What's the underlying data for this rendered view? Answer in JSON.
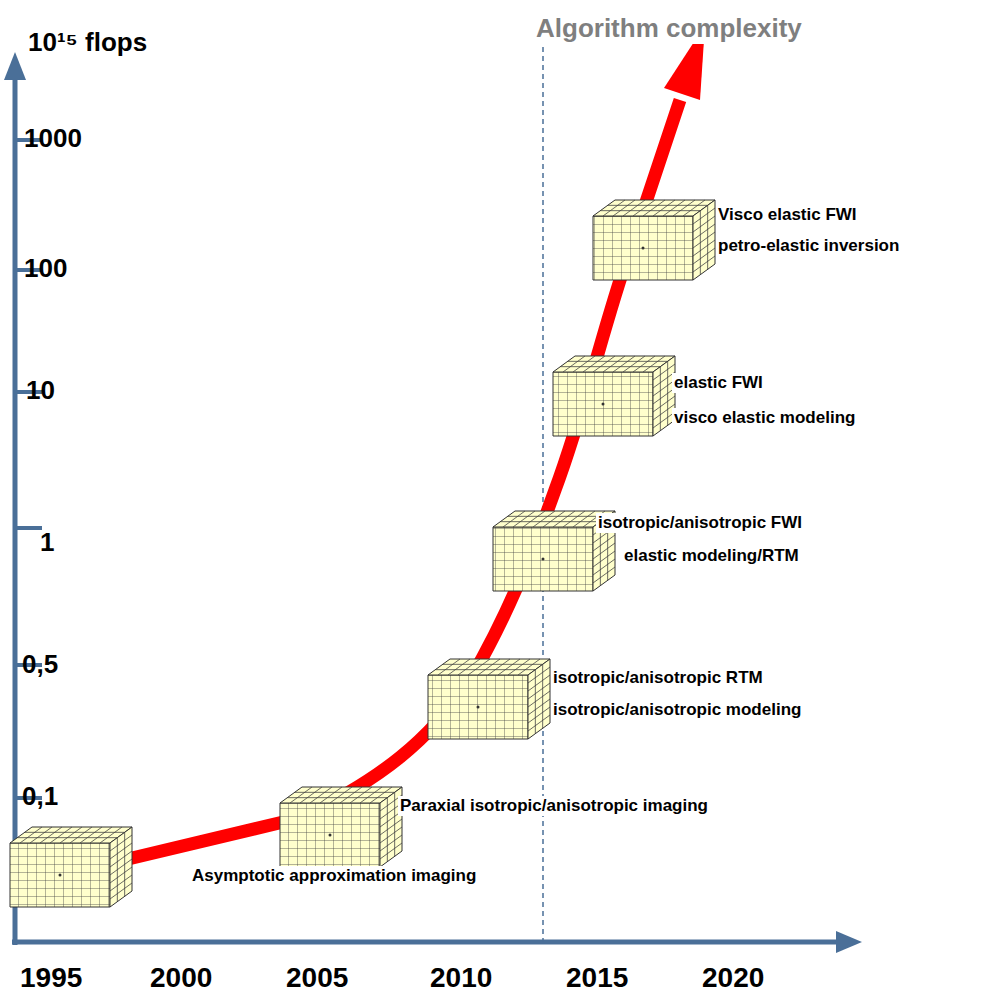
{
  "diagram": {
    "title": "Algorithm complexity",
    "labels": [
      "10¹⁵ flops",
      "1000",
      "100",
      "10",
      "1",
      "0,5",
      "0,1",
      "1995",
      "2000",
      "2005",
      "2010",
      "2015",
      "2020",
      "Asymptotic approximation imaging",
      "Paraxial isotropic/anisotropic imaging",
      "isotropic/anisotropic RTM",
      "isotropic/anisotropic modeling",
      "isotropic/anisotropic FWI",
      "elastic modeling/RTM",
      "elastic FWI",
      "visco elastic modeling",
      "Visco elastic FWI",
      "petro-elastic inversion"
    ]
  }
}
